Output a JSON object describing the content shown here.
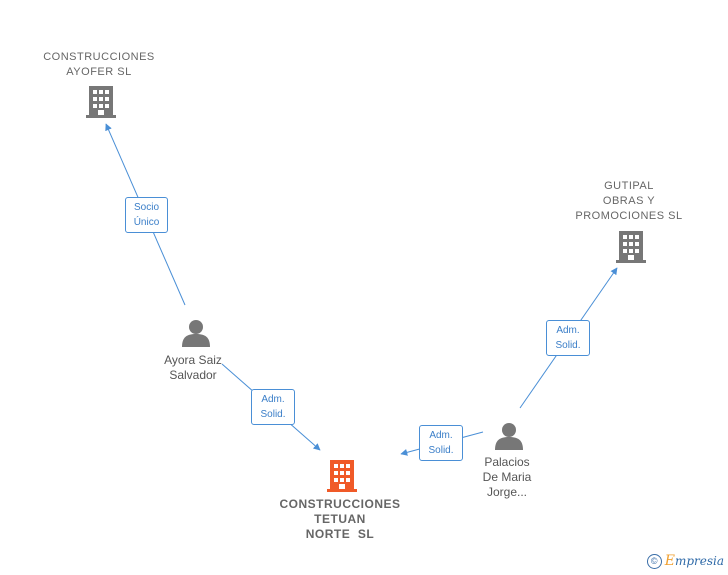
{
  "nodes": {
    "ayofer": {
      "lines": [
        "CONSTRUCCIONES",
        "AYOFER SL"
      ],
      "icon": "building-icon"
    },
    "gutipal": {
      "lines": [
        "GUTIPAL",
        "OBRAS Y",
        "PROMOCIONES SL"
      ],
      "icon": "building-icon"
    },
    "ayora": {
      "lines": [
        "Ayora Saiz",
        "Salvador"
      ],
      "icon": "person-icon"
    },
    "palacios": {
      "lines": [
        "Palacios",
        "De Maria",
        "Jorge..."
      ],
      "icon": "person-icon"
    },
    "tetuan": {
      "lines": [
        "CONSTRUCCIONES",
        "TETUAN",
        "NORTE  SL"
      ],
      "icon": "building-icon"
    }
  },
  "edges": {
    "ayora_ayofer": {
      "lines": [
        "Socio",
        "Único"
      ]
    },
    "ayora_tetuan": {
      "lines": [
        "Adm.",
        "Solid."
      ]
    },
    "palacios_tetuan": {
      "lines": [
        "Adm.",
        "Solid."
      ]
    },
    "palacios_gutipal": {
      "lines": [
        "Adm.",
        "Solid."
      ]
    }
  },
  "colors": {
    "edge": "#4a8fd6",
    "company": "#777777",
    "main_company": "#f05a28",
    "person": "#777777"
  },
  "footer": {
    "copyright_symbol": "©",
    "brand_initial": "E",
    "brand_rest": "mpresia"
  }
}
